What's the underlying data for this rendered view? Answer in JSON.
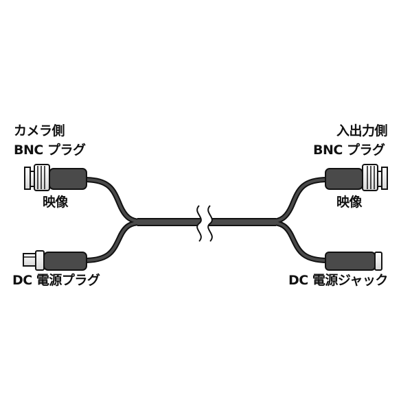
{
  "left": {
    "top_label_line1": "カメラ側",
    "top_label_line2": "BNC プラグ",
    "video_label": "映像",
    "dc_label": "DC 電源プラグ"
  },
  "right": {
    "top_label_line1": "入出力側",
    "top_label_line2": "BNC プラグ",
    "video_label": "映像",
    "dc_label": "DC 電源ジャック"
  },
  "colors": {
    "cable_fill": "#4a4a4a",
    "outline": "#111111",
    "background": "#ffffff"
  }
}
